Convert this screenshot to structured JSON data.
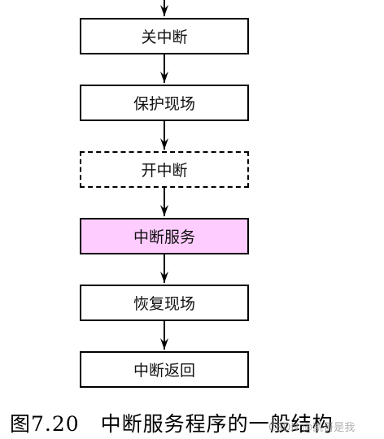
{
  "diagram": {
    "steps": [
      {
        "label": "关中断",
        "style": "solid"
      },
      {
        "label": "保护现场",
        "style": "solid"
      },
      {
        "label": "开中断",
        "style": "dashed"
      },
      {
        "label": "中断服务",
        "style": "highlight"
      },
      {
        "label": "恢复现场",
        "style": "solid"
      },
      {
        "label": "中断返回",
        "style": "solid"
      }
    ],
    "highlight_color": "#ffccff",
    "line_color": "#000000"
  },
  "caption": "图7.20　中断服务程序的一般结构",
  "watermark": "CSDN @凯哥是我"
}
